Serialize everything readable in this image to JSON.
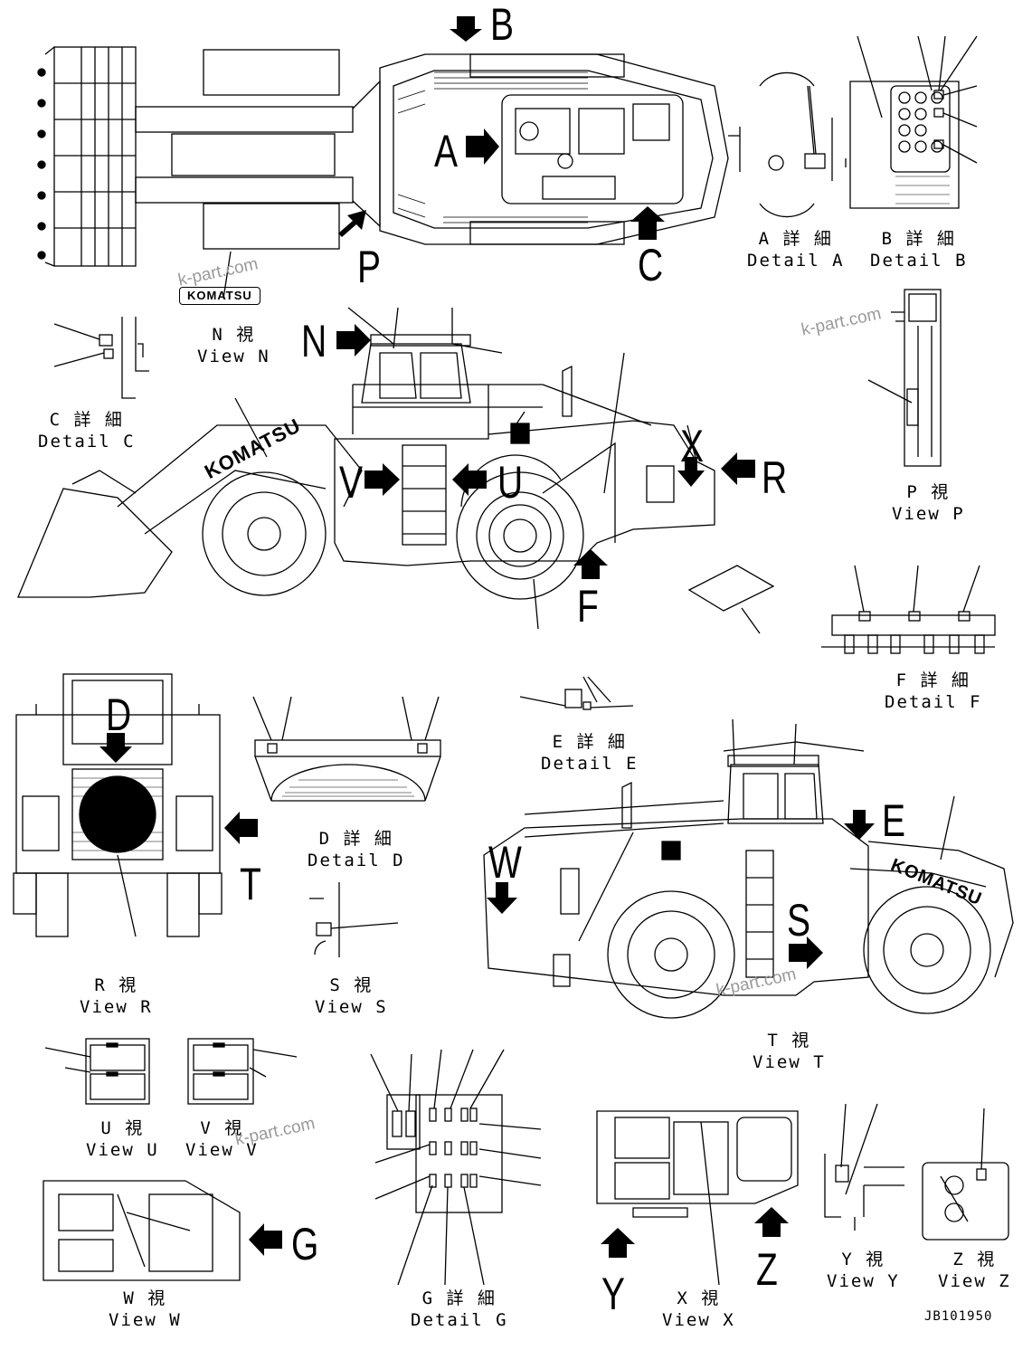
{
  "views": {
    "detail_a": {
      "jp": "A 詳 細",
      "en": "Detail A"
    },
    "detail_b": {
      "jp": "B 詳 細",
      "en": "Detail B"
    },
    "detail_c": {
      "jp": "C 詳 細",
      "en": "Detail C"
    },
    "view_n": {
      "jp": "N 視",
      "en": "View N"
    },
    "view_p": {
      "jp": "P 視",
      "en": "View P"
    },
    "detail_f": {
      "jp": "F 詳 細",
      "en": "Detail F"
    },
    "detail_e": {
      "jp": "E 詳 細",
      "en": "Detail E"
    },
    "detail_d": {
      "jp": "D 詳 細",
      "en": "Detail D"
    },
    "view_r": {
      "jp": "R 視",
      "en": "View R"
    },
    "view_s": {
      "jp": "S 視",
      "en": "View S"
    },
    "view_t": {
      "jp": "T 視",
      "en": "View T"
    },
    "view_u": {
      "jp": "U 視",
      "en": "View U"
    },
    "view_v": {
      "jp": "V 視",
      "en": "View V"
    },
    "view_w": {
      "jp": "W 視",
      "en": "View W"
    },
    "detail_g": {
      "jp": "G 詳 細",
      "en": "Detail G"
    },
    "view_x": {
      "jp": "X 視",
      "en": "View X"
    },
    "view_y": {
      "jp": "Y 視",
      "en": "View Y"
    },
    "view_z": {
      "jp": "Z 視",
      "en": "View Z"
    }
  },
  "callouts": [
    "A",
    "B",
    "C",
    "P",
    "N",
    "V",
    "U",
    "X",
    "R",
    "F",
    "D",
    "T",
    "E",
    "W",
    "S",
    "G",
    "Y",
    "Z"
  ],
  "brand": "KOMATSU",
  "watermark": "k-part.com",
  "drawing_number": "JB101950"
}
